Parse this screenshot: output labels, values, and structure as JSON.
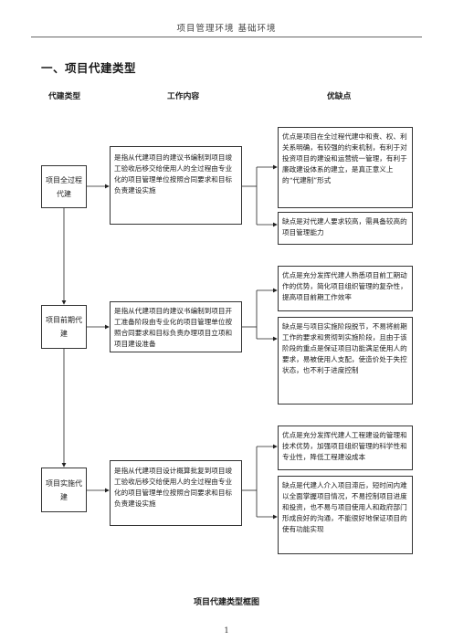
{
  "header": {
    "text": "项目管理环境    基础环境"
  },
  "section_title": "一、项目代建类型",
  "columns": {
    "type": "代建类型",
    "content": "工作内容",
    "pros_cons": "优缺点"
  },
  "rows": [
    {
      "type": "项目全过程代建",
      "content": "是指从代建项目的建议书编制到项目竣工验收后移交给使用人的全过程由专业化的项目管理单位按照合同要求和目标负责建设实施",
      "pros": "优点是项目在全过程代建中和责、权、利关系明确，有较强的约束机制，有利于对投资项目的建设和运营统一管理，有利于廉政建设体系的建立，是真正意义上的“代建制”形式",
      "cons": "缺点是对代建人要求较高，需具备较高的项目管理能力"
    },
    {
      "type": "项目前期代建",
      "content": "是指从代建项目的建议书编制到项目开工准备阶段由专业化的项目管理单位按照合同要求和目标负责办理项目立项和项目建设准备",
      "pros": "优点是充分发挥代建人熟悉项目前工期动作的优势，简化项目组织管理的复杂性，提高项目前期工作效率",
      "cons": "缺点是与项目实施阶段脱节，不易将前期工作的要求和贯彻到实施阶段，且由于该阶段的重点是保证项目功能满足使用人的要求，易被使用人支配，使造价处于失控状态，也不利于进度控制"
    },
    {
      "type": "项目实施代建",
      "content": "是指从代建项目设计概算批复到项目竣工验收后移交给使用人的全过程由专业化的项目管理单位按照合同要求和目标负责建设实施",
      "pros": "优点是充分发挥代建人工程建设的管理和技术优势，加强项目组织管理的科学性和专业性，降低工程建设成本",
      "cons": "缺点是代建人介入项目滞后，短时间内难以全面掌握项目情况，不易控制项目进度和投资，也不易与项目使用人和政府部门形成良好的沟通，不能很好地保证项目的使有功能实现"
    }
  ],
  "caption": "项目代建类型框图",
  "page_number": "1"
}
